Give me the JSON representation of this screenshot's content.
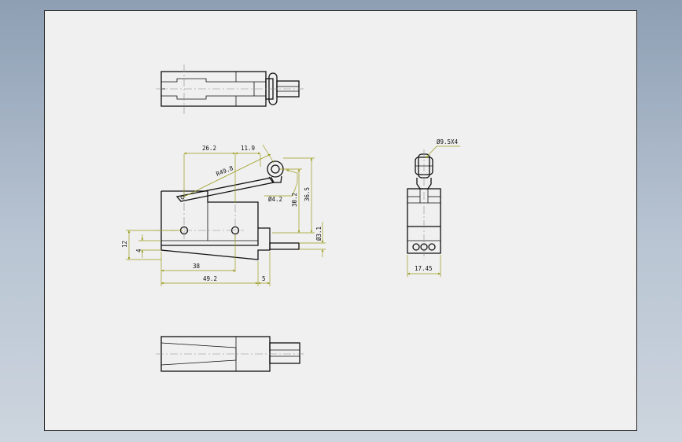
{
  "drawing": {
    "dimensions": {
      "d26_2": "26.2",
      "d11_9": "11.9",
      "r49_8": "R49.8",
      "phi4_2": "Ø4.2",
      "d30_2": "30.2",
      "d36_5": "36.5",
      "phi3_1": "Ø3.1",
      "d12": "12",
      "d4": "4",
      "d38": "38",
      "d49_2": "49.2",
      "d5": "5",
      "phi9_5x4": "Ø9.5X4",
      "d17_45": "17.45"
    },
    "colors": {
      "background_top": "#8e9fb4",
      "sheet": "#f0f0f0",
      "outline": "#111111",
      "dimension_line": "#9a9a1c",
      "centerline": "#8a8a8a"
    }
  }
}
